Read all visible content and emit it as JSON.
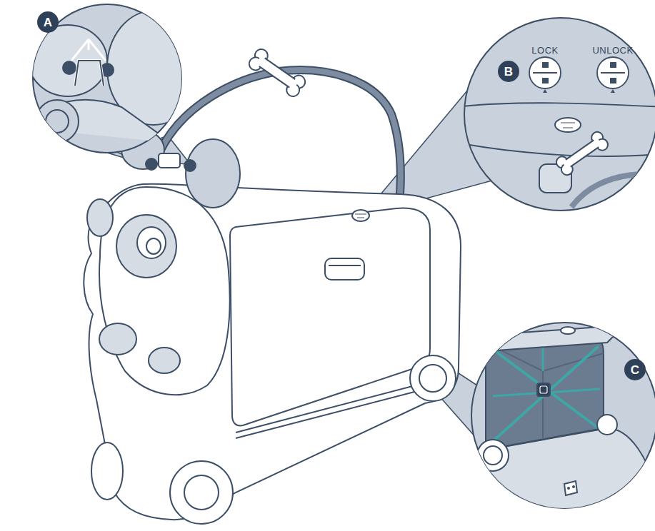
{
  "diagram": {
    "labels": [
      "A",
      "B",
      "LOCK",
      "UNLOCK",
      "C"
    ]
  }
}
